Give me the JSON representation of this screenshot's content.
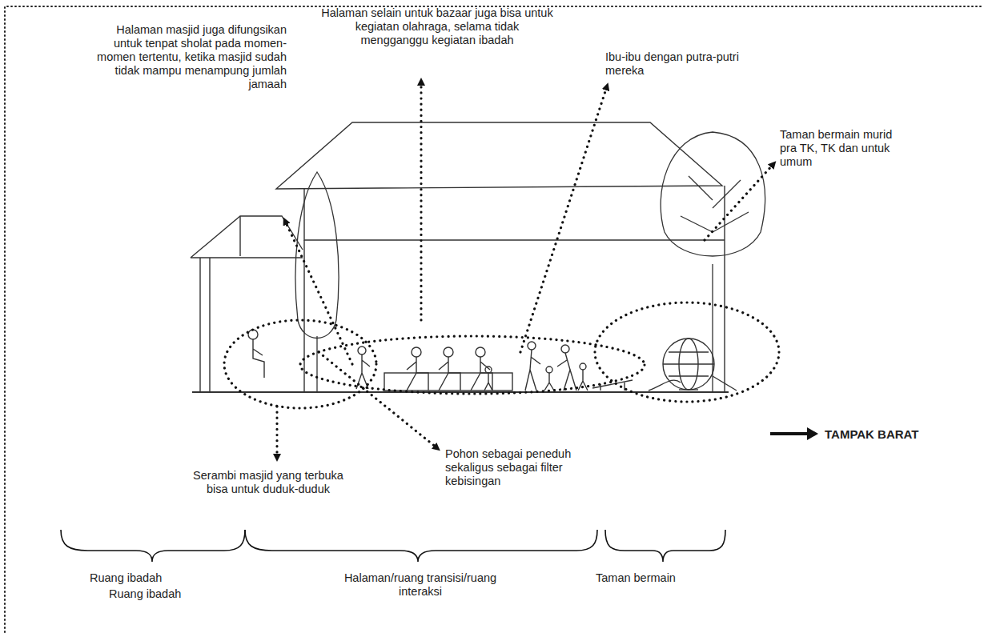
{
  "diagram": {
    "labels": [
      "Halaman masjid juga difungsikan untuk tenpat sholat pada momen-momen tertentu, ketika masjid sudah tidak mampu menampung jumlah jamaah",
      "Halaman selain untuk bazaar juga bisa untuk kegiatan olahraga, selama tidak mengganggu kegiatan ibadah",
      "Ibu-ibu dengan putra-putri mereka",
      "Taman bermain murid pra TK, TK dan untuk umum",
      "TAMPAK BARAT",
      "Serambi masjid yang terbuka bisa untuk duduk-duduk",
      "Pohon sebagai peneduh sekaligus sebagai filter kebisingan",
      "Ruang ibadah",
      "Ruang ibadah",
      "Halaman/ruang transisi/ruang interaksi",
      "Taman bermain"
    ]
  }
}
